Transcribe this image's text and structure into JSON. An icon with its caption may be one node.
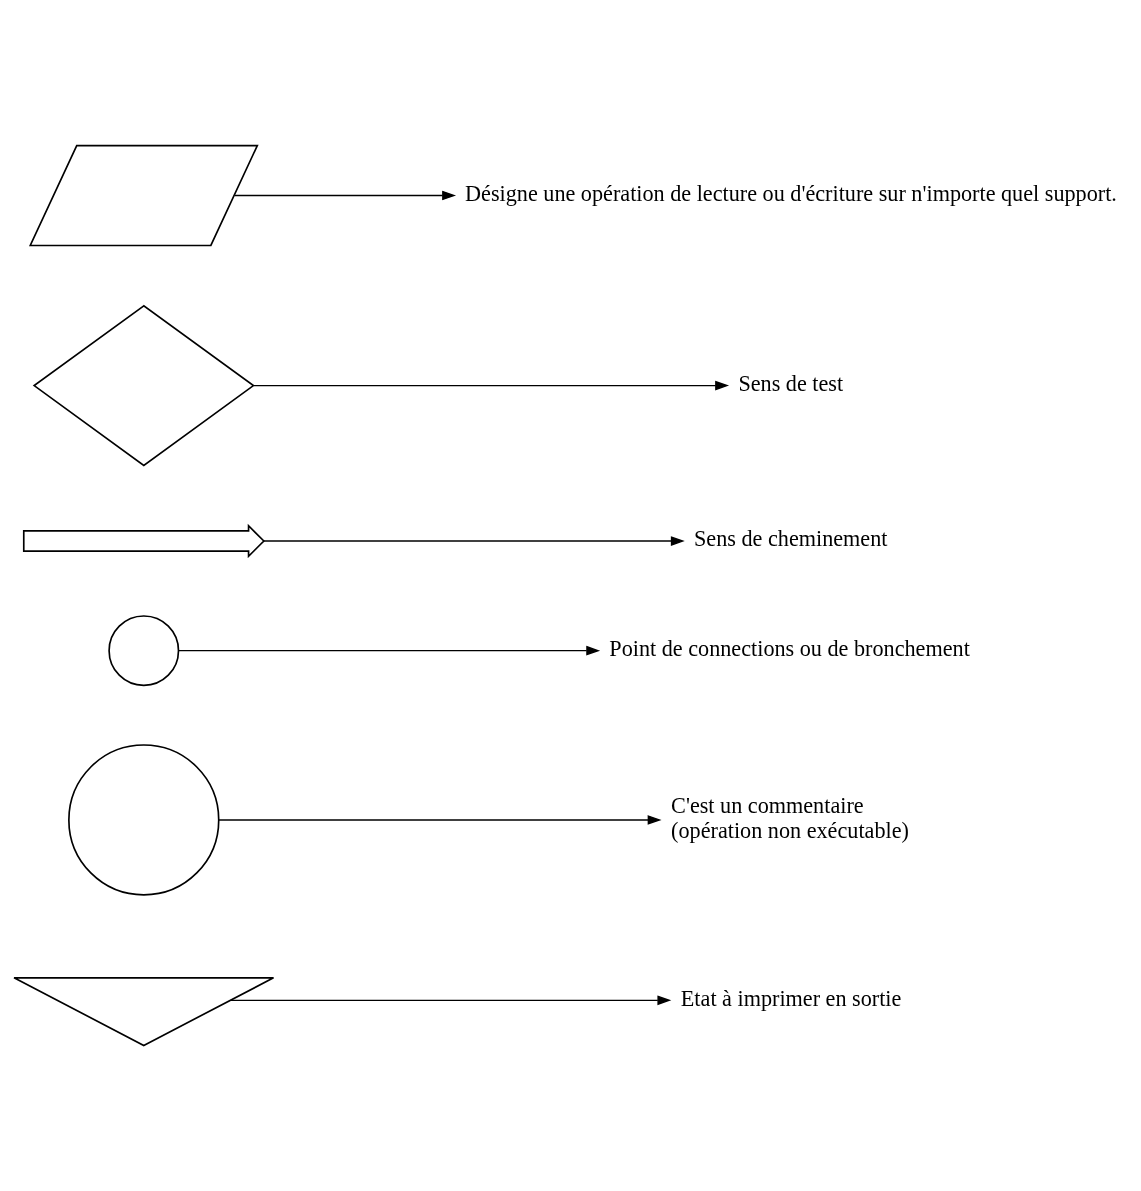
{
  "diagram": {
    "nodes": [
      {
        "text": [],
        "shape": "parallelogram"
      },
      {
        "text": [
          "Désigne une opération de lecture ou d'écriture sur n'importe quel support."
        ]
      },
      {
        "text": [],
        "shape": "diamond"
      },
      {
        "text": [
          "Sens de test"
        ]
      },
      {
        "text": [],
        "shape": "line"
      },
      {
        "text": [
          "Sens de cheminement"
        ]
      },
      {
        "text": [],
        "shape": "circle"
      },
      {
        "text": [
          "Point de connections ou de bronchement"
        ]
      },
      {
        "text": [],
        "shape": "circle"
      },
      {
        "text": [
          "C'est un commentaire",
          "(opération non exécutable)"
        ]
      },
      {
        "text": [],
        "shape": "triangle"
      },
      {
        "text": [
          "Etat à imprimer en sortie"
        ]
      }
    ],
    "edges": [
      {
        "from": 0,
        "to": 1,
        "arrow": "to"
      },
      {
        "from": 2,
        "to": 3,
        "arrow": "to"
      },
      {
        "from": 4,
        "to": 5,
        "arrow": "to"
      },
      {
        "from": 6,
        "to": 7,
        "arrow": "to"
      },
      {
        "from": 8,
        "to": 9,
        "arrow": "to"
      },
      {
        "from": 10,
        "to": 11,
        "arrow": "to"
      }
    ]
  }
}
